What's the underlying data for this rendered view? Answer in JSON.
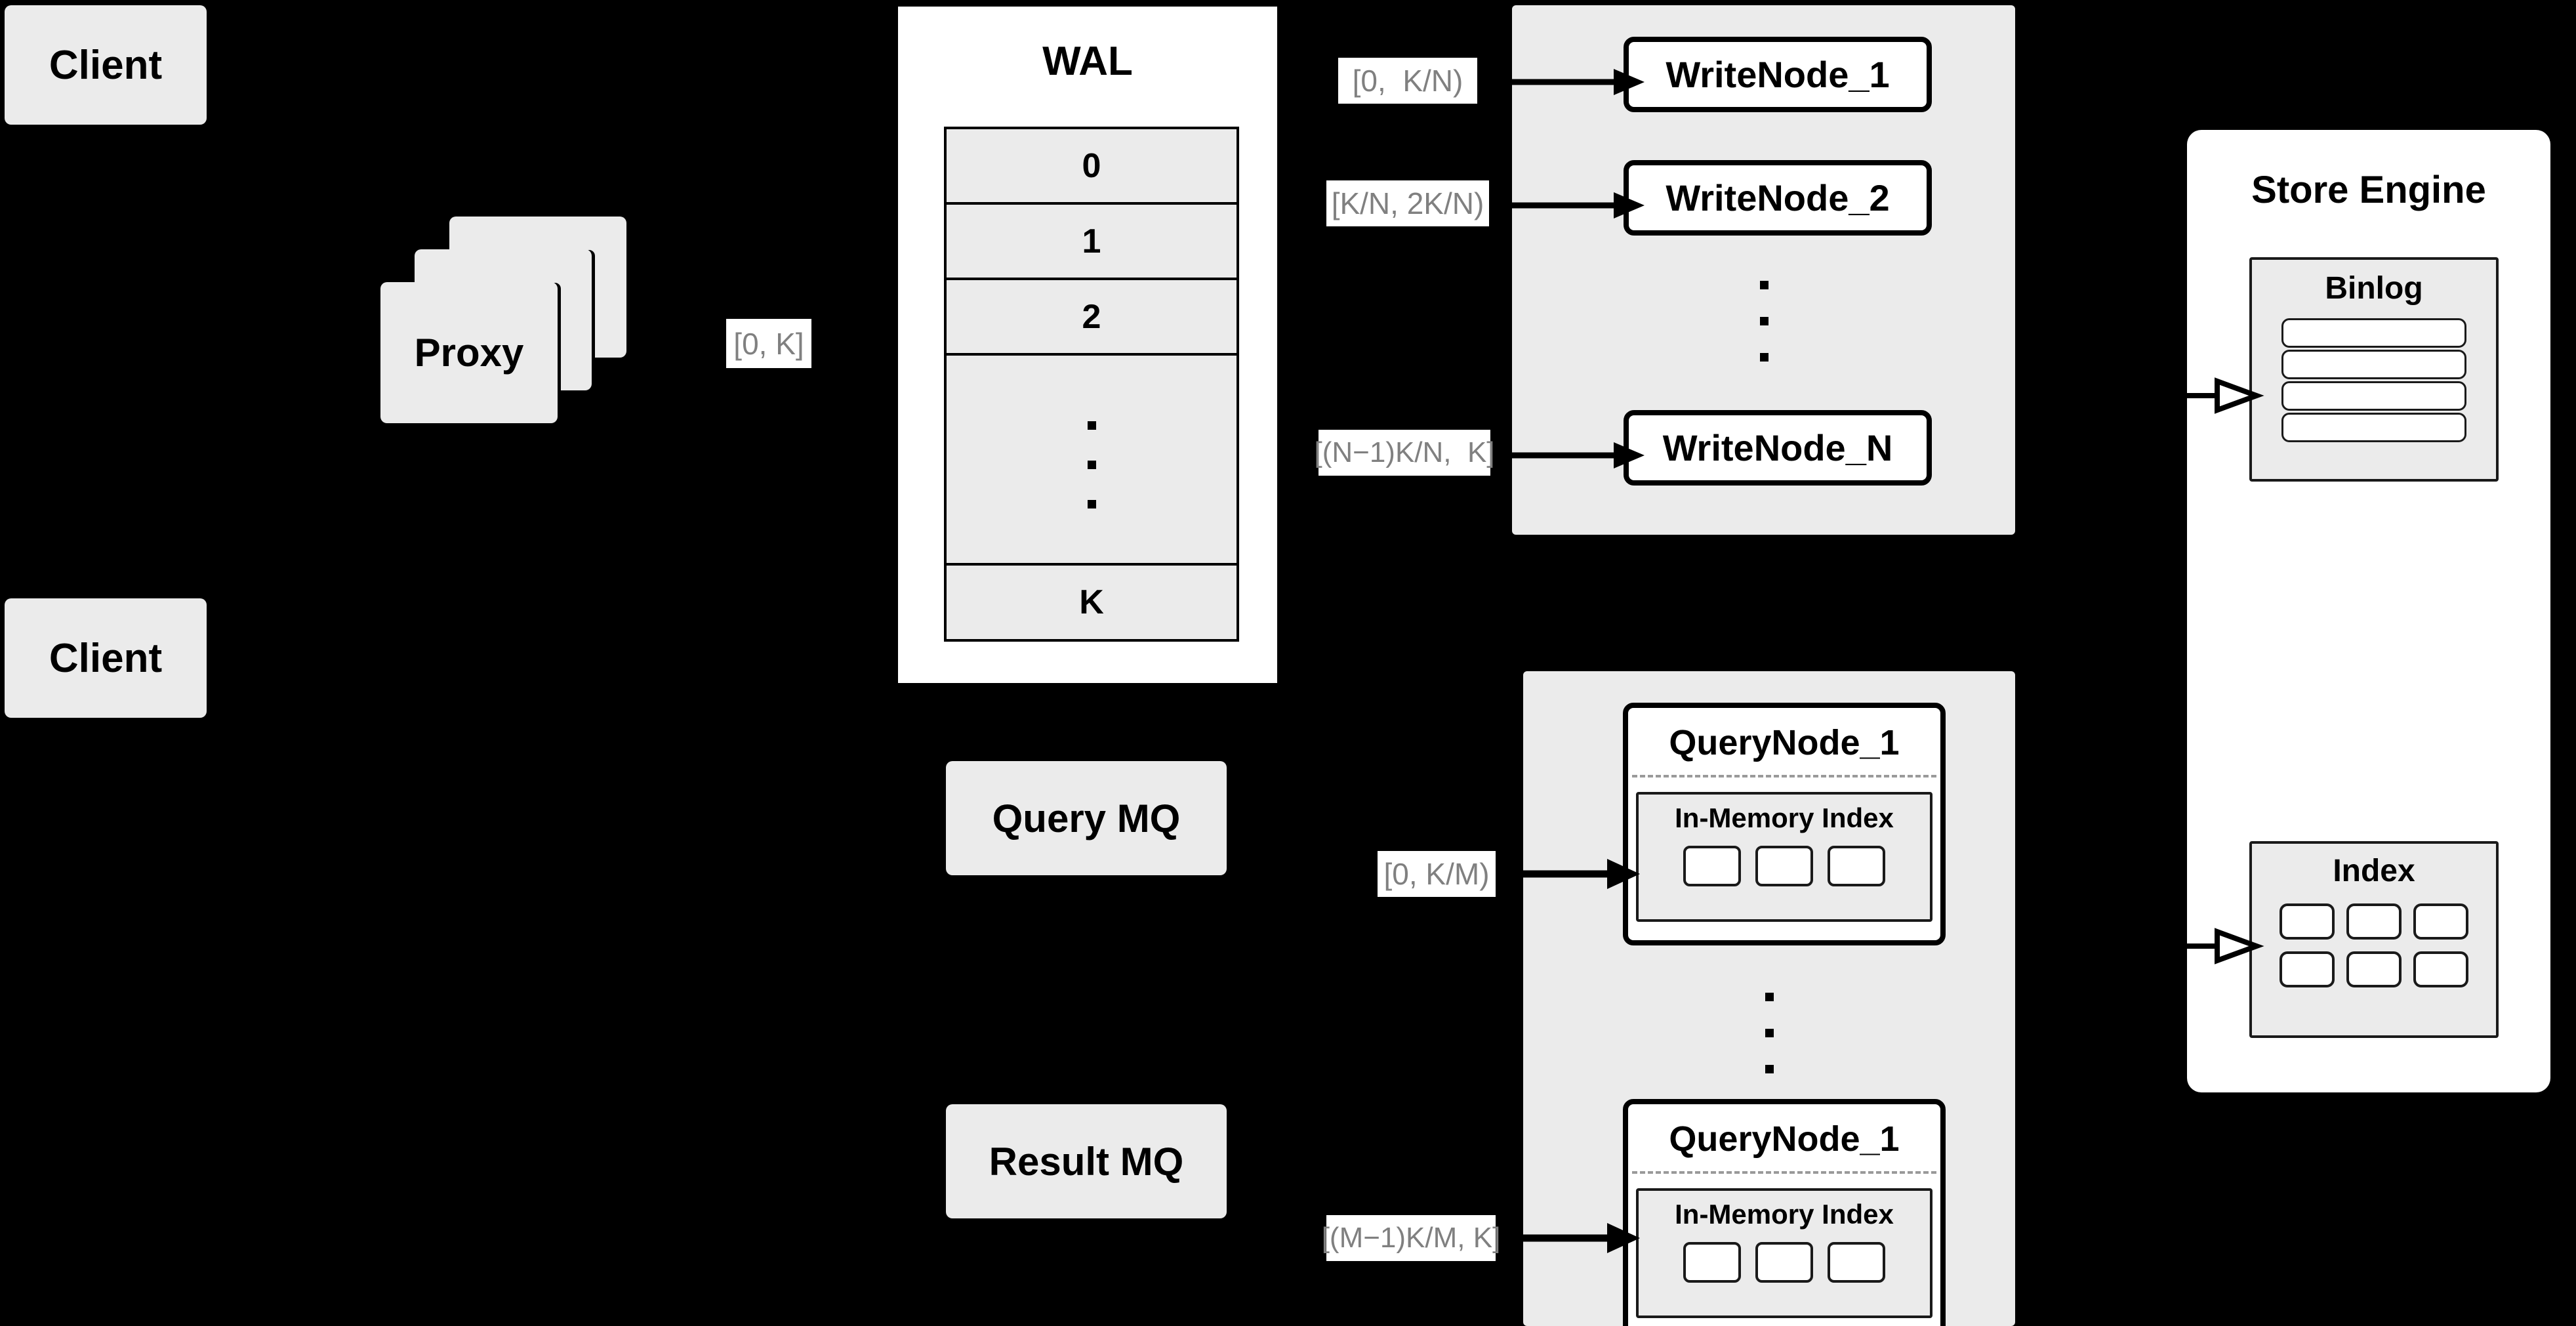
{
  "diagram": {
    "title": "Distributed write/query architecture",
    "background_color": "#000000",
    "node_fill": "#ebebeb",
    "panel_fill": "#ffffff",
    "label_text_color": "#808080",
    "stroke_color": "#000000"
  },
  "clients": [
    {
      "label": "Client"
    },
    {
      "label": "Client"
    }
  ],
  "proxy": {
    "label": "Proxy",
    "stack_count": 3
  },
  "proxy_range_label": "[0, K]",
  "wal": {
    "title": "WAL",
    "rows": [
      "0",
      "1",
      "2",
      "⋮",
      "K"
    ],
    "ellipsis_row_index": 3
  },
  "write_cluster": {
    "nodes": [
      {
        "label": "WriteNode_1",
        "range": "[0,  K/N)"
      },
      {
        "label": "WriteNode_2",
        "range": "[K/N, 2K/N)"
      },
      {
        "label": "WriteNode_N",
        "range": "[(N−1)K/N,  K]"
      }
    ],
    "ellipsis": "⋮"
  },
  "query_cluster": {
    "nodes": [
      {
        "label": "QueryNode_1",
        "range": "[0, K/M)",
        "inner": {
          "title": "In-Memory Index",
          "cell_count": 3
        }
      },
      {
        "label": "QueryNode_1",
        "range": "[(M−1)K/M, K]",
        "inner": {
          "title": "In-Memory Index",
          "cell_count": 3
        }
      }
    ],
    "ellipsis": "⋮"
  },
  "queues": [
    {
      "label": "Query MQ"
    },
    {
      "label": "Result MQ"
    }
  ],
  "store_engine": {
    "title": "Store Engine",
    "binlog": {
      "title": "Binlog",
      "bar_count": 4
    },
    "index": {
      "title": "Index",
      "cell_count": 6,
      "columns": 3,
      "rows": 2
    }
  }
}
